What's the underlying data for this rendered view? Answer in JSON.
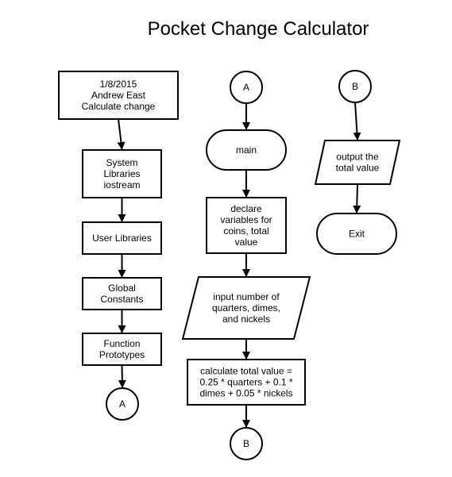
{
  "title": "Pocket Change Calculator",
  "nodes": {
    "header": {
      "shape": "rect",
      "lines": [
        "1/8/2015",
        "Andrew East",
        "Calculate change"
      ]
    },
    "system_libraries": {
      "shape": "rect",
      "lines": [
        "System",
        "Libraries",
        "iostream"
      ]
    },
    "user_libraries": {
      "shape": "rect",
      "lines": [
        "User Libraries"
      ]
    },
    "global_constants": {
      "shape": "rect",
      "lines": [
        "Global",
        "Constants"
      ]
    },
    "function_prototypes": {
      "shape": "rect",
      "lines": [
        "Function",
        "Prototypes"
      ]
    },
    "connector_a_left": {
      "shape": "circle",
      "lines": [
        "A"
      ]
    },
    "connector_a_middle": {
      "shape": "circle",
      "lines": [
        "A"
      ]
    },
    "main": {
      "shape": "terminator",
      "lines": [
        "main"
      ]
    },
    "declare": {
      "shape": "rect",
      "lines": [
        "declare",
        "variables for",
        "coins, total",
        "value"
      ]
    },
    "input": {
      "shape": "parallelogram",
      "lines": [
        "input number of",
        "quarters, dimes,",
        "and nickels"
      ]
    },
    "calculate": {
      "shape": "rect",
      "lines": [
        "calculate total value =",
        "0.25 * quarters + 0.1 *",
        "dimes + 0.05 * nickels"
      ]
    },
    "connector_b_middle": {
      "shape": "circle",
      "lines": [
        "B"
      ]
    },
    "connector_b_right": {
      "shape": "circle",
      "lines": [
        "B"
      ]
    },
    "output": {
      "shape": "parallelogram",
      "lines": [
        "output the",
        "total value"
      ]
    },
    "exit": {
      "shape": "terminator",
      "lines": [
        "Exit"
      ]
    }
  },
  "edges": [
    {
      "from": "header",
      "to": "system_libraries"
    },
    {
      "from": "system_libraries",
      "to": "user_libraries"
    },
    {
      "from": "user_libraries",
      "to": "global_constants"
    },
    {
      "from": "global_constants",
      "to": "function_prototypes"
    },
    {
      "from": "function_prototypes",
      "to": "connector_a_left"
    },
    {
      "from": "connector_a_middle",
      "to": "main"
    },
    {
      "from": "main",
      "to": "declare"
    },
    {
      "from": "declare",
      "to": "input"
    },
    {
      "from": "input",
      "to": "calculate"
    },
    {
      "from": "calculate",
      "to": "connector_b_middle"
    },
    {
      "from": "connector_b_right",
      "to": "output"
    },
    {
      "from": "output",
      "to": "exit"
    }
  ]
}
